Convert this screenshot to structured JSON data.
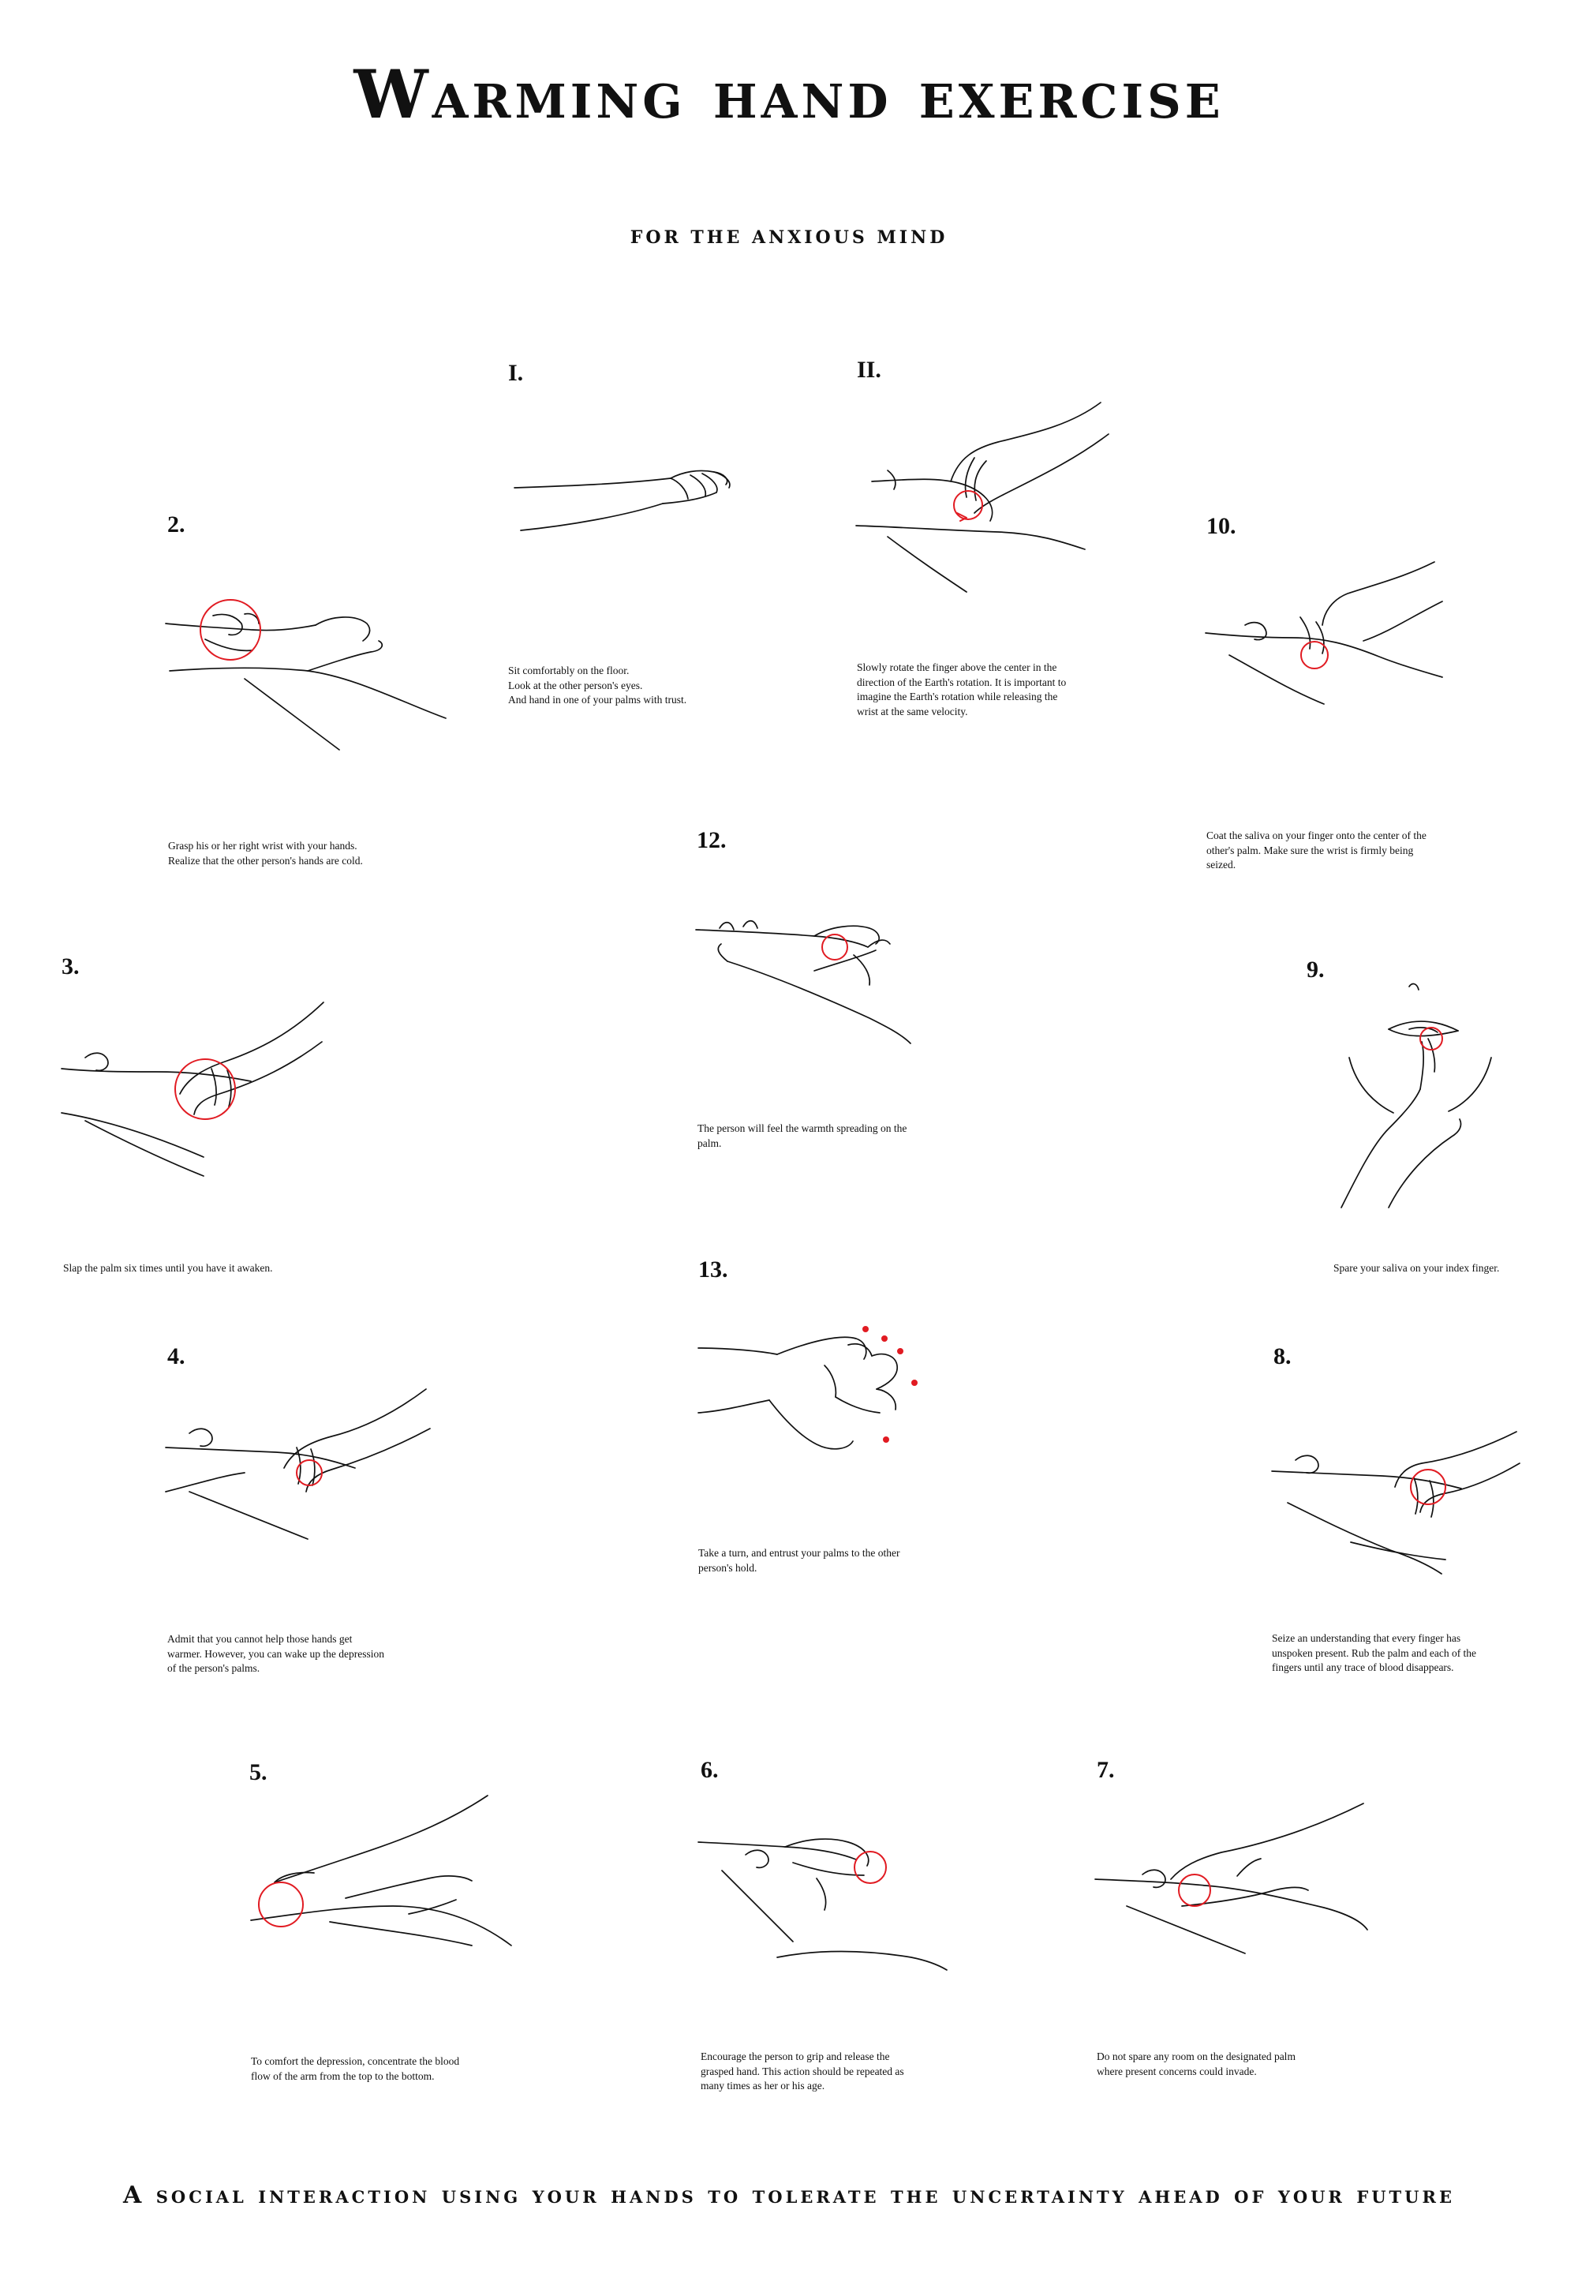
{
  "title": "Warming hand exercise",
  "subtitle": "FOR THE ANXIOUS MIND",
  "footer": "A social interaction using your hands to tolerate the uncertainty ahead of your future",
  "colors": {
    "accent": "#e11b22",
    "ink": "#111111",
    "background": "#ffffff"
  },
  "steps": {
    "s1": {
      "number": "I.",
      "lines": [
        "Sit comfortably on the floor.",
        "Look at the other person's eyes.",
        "And hand in one of your palms with trust."
      ]
    },
    "s2": {
      "number": "2.",
      "lines": [
        "Grasp his or her right wrist with your hands.",
        "Realize that the other person's hands are cold."
      ]
    },
    "s3": {
      "number": "3.",
      "lines": [
        "Slap the palm six times until you have it awaken."
      ]
    },
    "s4": {
      "number": "4.",
      "lines": [
        "Admit that you cannot help those hands get",
        "warmer. However, you can wake up the depression",
        "of the person's palms."
      ]
    },
    "s5": {
      "number": "5.",
      "lines": [
        "To comfort the depression, concentrate the blood",
        "flow of the arm from the top to the bottom."
      ]
    },
    "s6": {
      "number": "6.",
      "lines": [
        "Encourage the person to grip and release the",
        "grasped hand. This action should be repeated as",
        "many times as her or his age."
      ]
    },
    "s7": {
      "number": "7.",
      "lines": [
        "Do not spare any room on the designated palm",
        "where present concerns could invade."
      ]
    },
    "s8": {
      "number": "8.",
      "lines": [
        "Seize an understanding that every finger has",
        "unspoken present. Rub the palm and each of the",
        "fingers until any trace of blood disappears."
      ]
    },
    "s9": {
      "number": "9.",
      "lines": [
        "Spare your saliva on your index finger."
      ]
    },
    "s10": {
      "number": "10.",
      "lines": [
        "Coat the saliva on your finger onto the center of the",
        "other's palm. Make sure the wrist is firmly being",
        "seized."
      ]
    },
    "s11": {
      "number": "II.",
      "lines": [
        "Slowly rotate the finger above the center in the",
        "direction of the Earth's rotation. It is important to",
        "imagine the Earth's rotation while releasing the",
        "wrist at the same velocity."
      ]
    },
    "s12": {
      "number": "12.",
      "lines": [
        "The person will feel the warmth spreading on the",
        "palm."
      ]
    },
    "s13": {
      "number": "13.",
      "lines": [
        "Take a turn, and entrust your palms to the other",
        "person's hold."
      ]
    }
  }
}
